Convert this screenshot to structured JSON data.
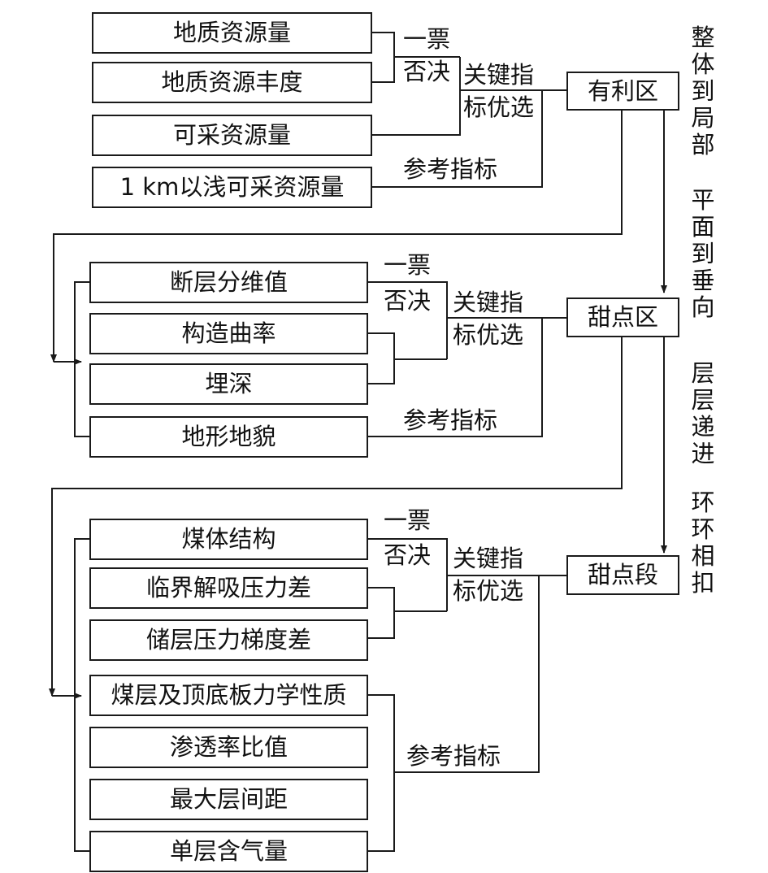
{
  "sections": [
    {
      "target": "有利区",
      "boxes": [
        "地质资源量",
        "地质资源丰度",
        "可采资源量",
        "1 km以浅可采资源量"
      ],
      "veto_label": [
        "一票",
        "否决"
      ],
      "key_label": [
        "关键指",
        "标优选"
      ],
      "ref_label": "参考指标"
    },
    {
      "target": "甜点区",
      "boxes": [
        "断层分维值",
        "构造曲率",
        "埋深",
        "地形地貌"
      ],
      "veto_label": [
        "一票",
        "否决"
      ],
      "key_label": [
        "关键指",
        "标优选"
      ],
      "ref_label": "参考指标"
    },
    {
      "target": "甜点段",
      "boxes": [
        "煤体结构",
        "临界解吸压力差",
        "储层压力梯度差",
        "煤层及顶底板力学性质",
        "渗透率比值",
        "最大层间距",
        "单层含气量"
      ],
      "veto_label": [
        "一票",
        "否决"
      ],
      "key_label": [
        "关键指",
        "标优选"
      ],
      "ref_label": "参考指标"
    }
  ],
  "side_labels": [
    "整体到局部",
    "平面到垂向",
    "层层递进",
    "环环相扣"
  ]
}
